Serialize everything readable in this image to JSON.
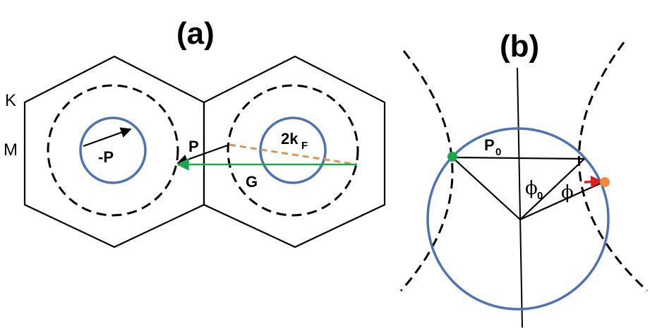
{
  "panels": {
    "a": {
      "title": "(a)"
    },
    "b": {
      "title": "(b)"
    }
  },
  "labels": {
    "K": "K",
    "M": "M",
    "minus_P": "-P",
    "P": "P",
    "two_kF_main": "2k",
    "two_kF_sub": "F",
    "G": "G",
    "P0_main": "P",
    "P0_sub": "0",
    "phi0_main": "ϕ",
    "phi0_sub": "0",
    "phi": "ϕ"
  },
  "colors": {
    "fermi_circle": "#4f72b0",
    "green_vector": "#1aa84a",
    "orange_dashed": "#d9955a",
    "green_dot": "#1aa84a",
    "orange_dot": "#ef8a3c",
    "red_arrow": "#d9201a",
    "lines": "#000000"
  }
}
